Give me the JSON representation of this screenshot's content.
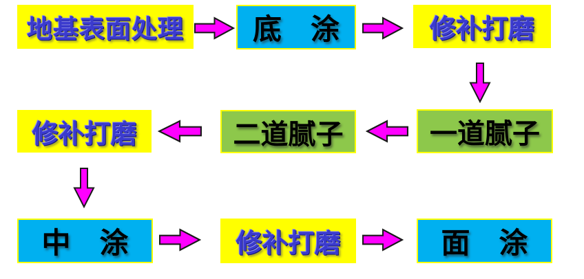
{
  "colors": {
    "background": "#FFFFFF",
    "box_yellow": "#FFFF00",
    "box_blue": "#00B0F0",
    "box_green": "#8DC84B",
    "box_border": "#FFFF00",
    "arrow_fill": "#FF00FF",
    "arrow_outline": "#1A1A1A",
    "text_blue": "#3B3BCD",
    "text_black": "#000000"
  },
  "flowchart": {
    "nodes": [
      {
        "label": "地基表面处理",
        "type": "yellow"
      },
      {
        "label": "底　涂",
        "type": "blue"
      },
      {
        "label": "修补打磨",
        "type": "yellow"
      },
      {
        "label": "一道腻子",
        "type": "green"
      },
      {
        "label": "二道腻子",
        "type": "green"
      },
      {
        "label": "修补打磨",
        "type": "yellow"
      },
      {
        "label": "中　涂",
        "type": "blue"
      },
      {
        "label": "修补打磨",
        "type": "yellow"
      },
      {
        "label": "面　涂",
        "type": "blue"
      }
    ],
    "arrows": [
      {
        "from": 0,
        "to": 1,
        "direction": "right"
      },
      {
        "from": 1,
        "to": 2,
        "direction": "right"
      },
      {
        "from": 2,
        "to": 3,
        "direction": "down"
      },
      {
        "from": 3,
        "to": 4,
        "direction": "left"
      },
      {
        "from": 4,
        "to": 5,
        "direction": "left"
      },
      {
        "from": 5,
        "to": 6,
        "direction": "down"
      },
      {
        "from": 6,
        "to": 7,
        "direction": "right"
      },
      {
        "from": 7,
        "to": 8,
        "direction": "right"
      }
    ]
  }
}
